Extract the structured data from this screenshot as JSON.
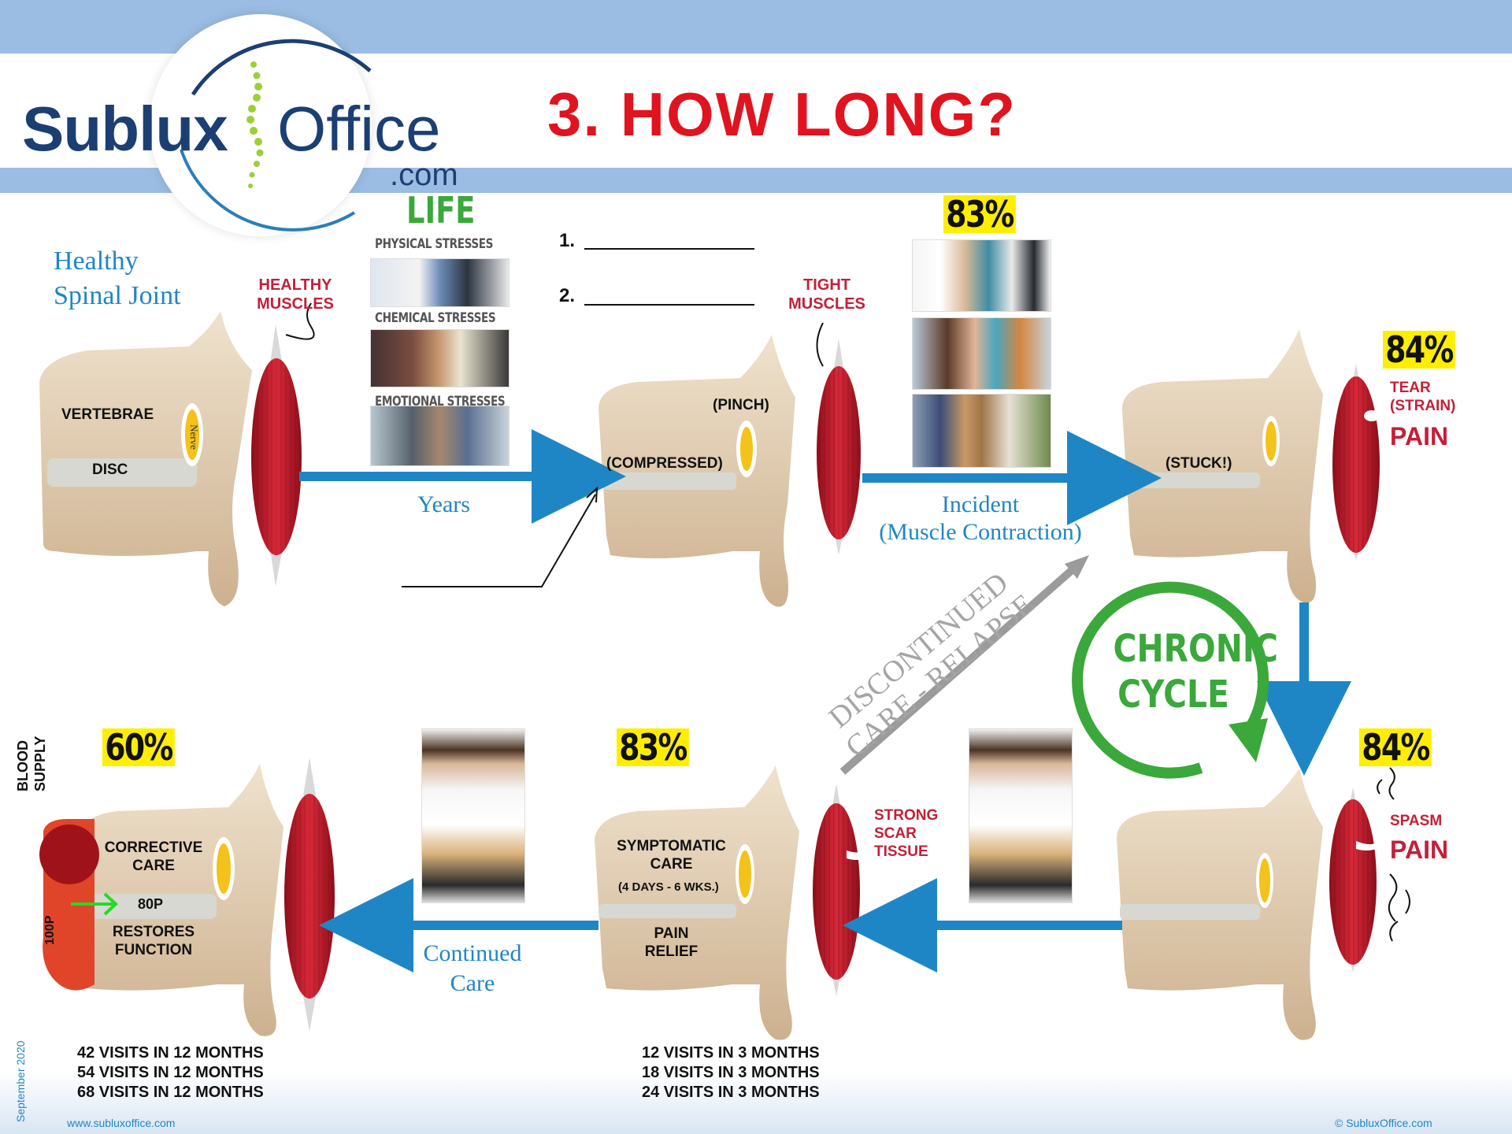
{
  "brand": {
    "logo_left": "Sublux",
    "logo_right": "Office",
    "logo_com": ".com"
  },
  "title": "3. HOW LONG?",
  "healthy": {
    "line1": "Healthy",
    "line2": "Spinal Joint"
  },
  "labels": {
    "healthy_muscles": [
      "HEALTHY",
      "MUSCLES"
    ],
    "vertebrae": "VERTEBRAE",
    "disc": "DISC",
    "nerve": "Nerve",
    "tight_muscles": [
      "TIGHT",
      "MUSCLES"
    ],
    "pinch": "(PINCH)",
    "compressed": "(COMPRESSED)",
    "stuck": "(STUCK!)",
    "tear_strain": [
      "TEAR",
      "(STRAIN)"
    ],
    "pain": "PAIN",
    "spasm": "SPASM",
    "strong_scar": [
      "STRONG",
      "SCAR",
      "TISSUE"
    ],
    "symptomatic": [
      "SYMPTOMATIC",
      "CARE"
    ],
    "symptomatic_duration": "(4 DAYS - 6 WKS.)",
    "pain_relief": [
      "PAIN",
      "RELIEF"
    ],
    "corrective": [
      "CORRECTIVE",
      "CARE"
    ],
    "restores": [
      "RESTORES",
      "FUNCTION"
    ],
    "p80": "80P",
    "p100": "100P",
    "blood_supply": [
      "BLOOD",
      "SUPPLY"
    ]
  },
  "life": {
    "heading": "LIFE",
    "physical": "PHYSICAL STRESSES",
    "chemical": "CHEMICAL STRESSES",
    "emotional": "EMOTIONAL STRESSES"
  },
  "blanks": [
    "1.",
    "2."
  ],
  "arrows": {
    "years": "Years",
    "incident": [
      "Incident",
      "(Muscle Contraction)"
    ],
    "continued": [
      "Continued",
      "Care"
    ],
    "discontinued": [
      "DISCONTINUED",
      "CARE - RELAPSE"
    ]
  },
  "chronic": [
    "CHRONIC",
    "CYCLE"
  ],
  "percentages": {
    "top_middle": "83%",
    "right_top": "84%",
    "right_bottom": "84%",
    "bottom_middle": "83%",
    "bottom_left": "60%"
  },
  "visits_left": [
    "42 VISITS IN 12 MONTHS",
    "54 VISITS IN 12 MONTHS",
    "68 VISITS IN 12 MONTHS"
  ],
  "visits_mid": [
    "12 VISITS IN 3 MONTHS",
    "18 VISITS IN 3 MONTHS",
    "24 VISITS IN 3 MONTHS"
  ],
  "footer": {
    "date": "September 2020",
    "url": "www.subluxoffice.com",
    "copyright": "© SubluxOffice.com"
  },
  "colors": {
    "band": "#9bbde3",
    "title_red": "#e0141e",
    "arrow_blue": "#1f86c6",
    "chronic_green": "#3aa83a",
    "muscle_red": "#c8202c",
    "bone": "#e2cdb0",
    "highlight_yellow": "#ffee00"
  },
  "icons": [
    "spine-logo-icon",
    "muscle-icon",
    "vertebra-icon",
    "blood-vessel-icon",
    "chronic-cycle-arrow-icon"
  ]
}
